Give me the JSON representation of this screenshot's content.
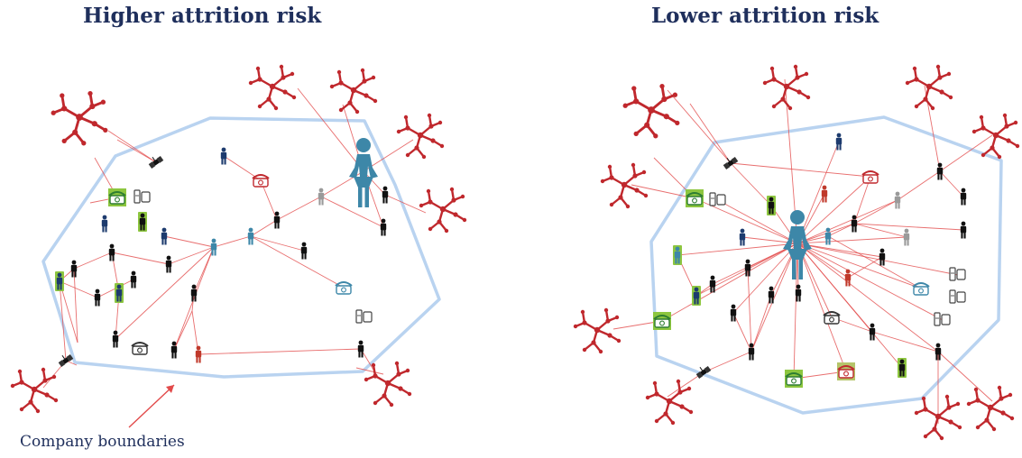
{
  "titles": {
    "left": "Higher attrition risk",
    "right": "Lower attrition risk"
  },
  "caption": "Company boundaries",
  "colors": {
    "title": "#1f2f5c",
    "boundary": "#b9d3f0",
    "link": "#e24a4a",
    "cluster": "#c0282d",
    "key_person": "#3d87a8",
    "employee_black": "#111111",
    "employee_navy": "#1d3b6e",
    "employee_gray": "#9a9a9a",
    "employee_red": "#c0392b",
    "highlight": "#8dc63f"
  },
  "icons": [
    "network-cluster-icon",
    "person-icon",
    "key-person-icon",
    "satellite-icon",
    "phone-icon",
    "devices-icon"
  ]
}
